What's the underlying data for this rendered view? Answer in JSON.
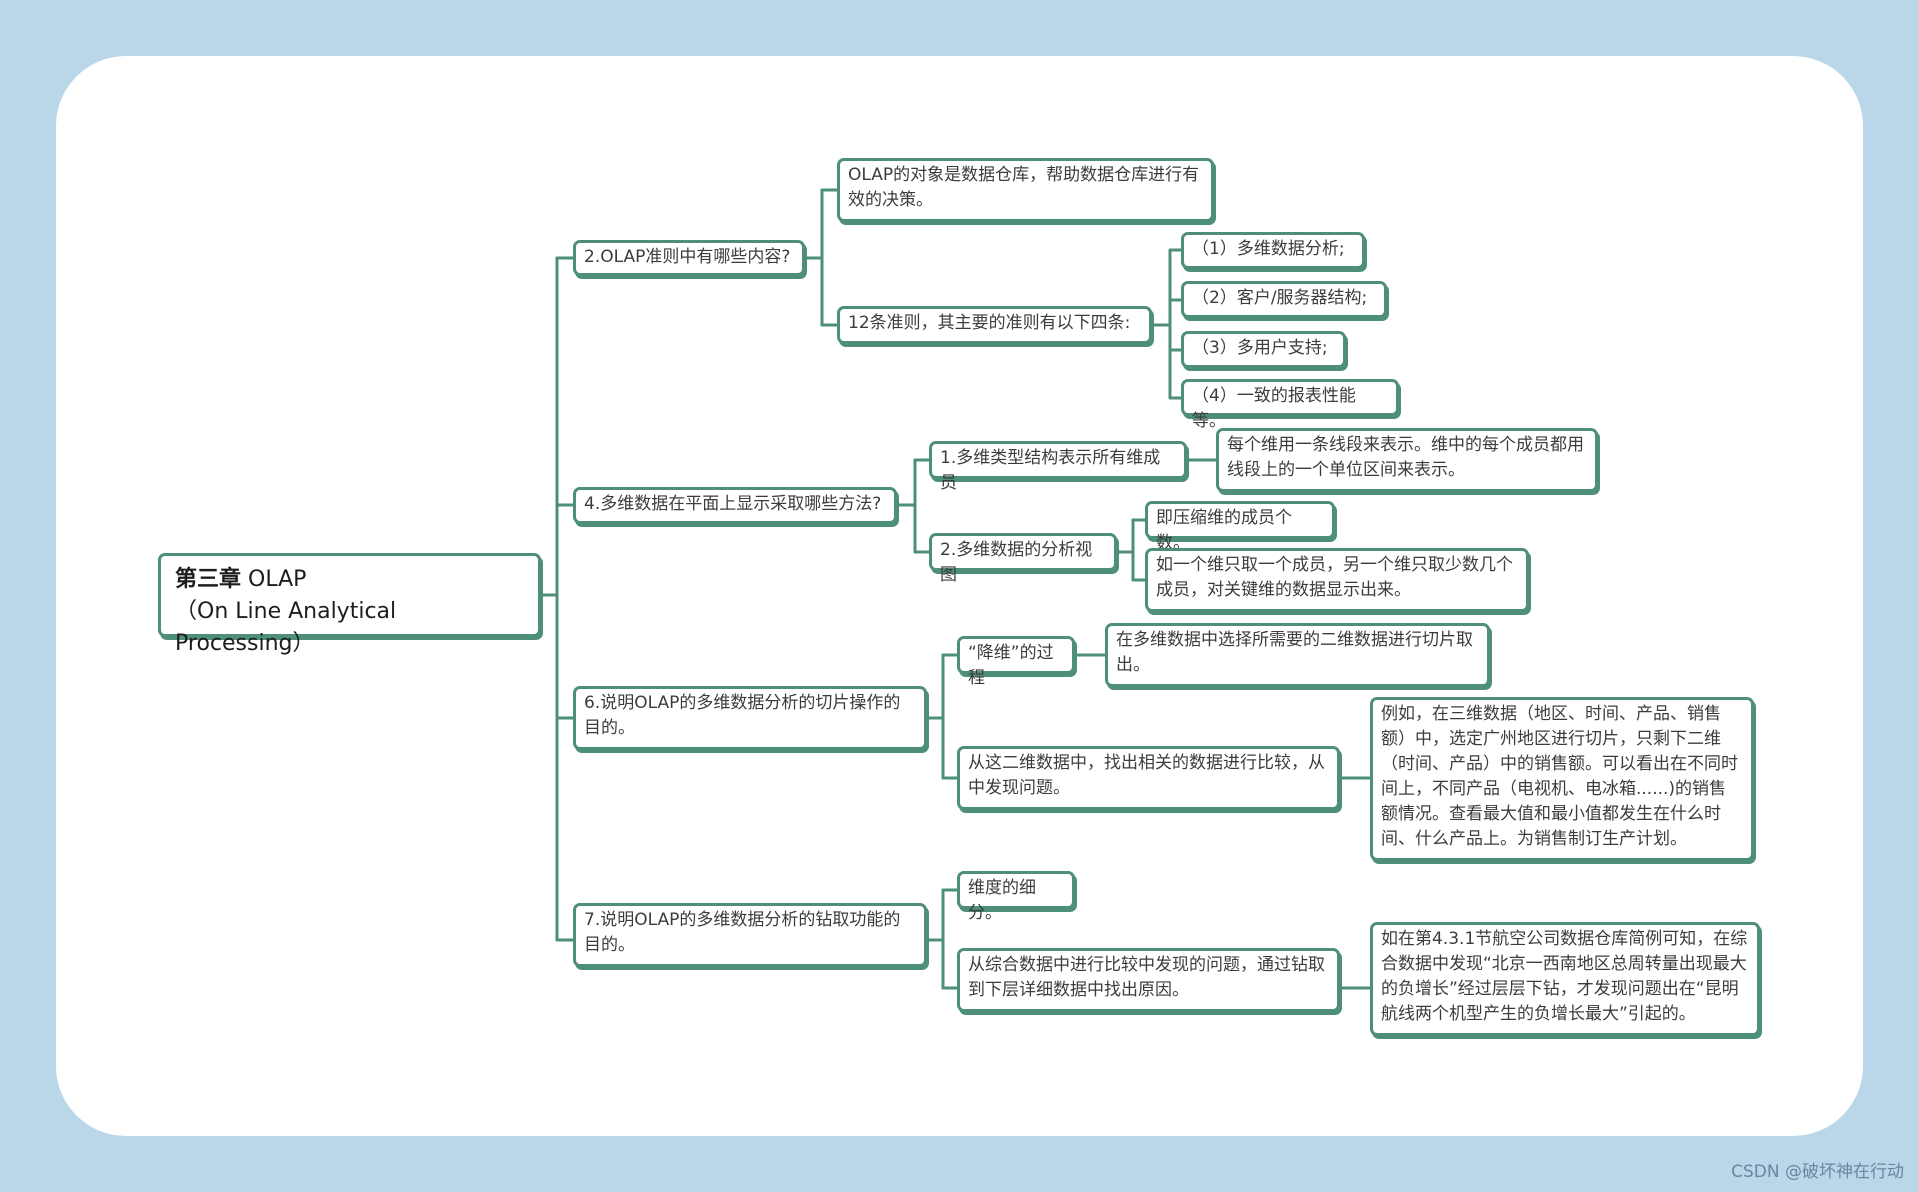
{
  "root": {
    "title_bold": "第三章",
    "title_rest": " OLAP",
    "subtitle": "（On Line Analytical Processing）"
  },
  "nodes": {
    "q2": "2.OLAP准则中有哪些内容?",
    "q2_a1": "OLAP的对象是数据仓库，帮助数据仓库进行有效的决策。",
    "q2_a2": "12条准则，其主要的准则有以下四条:",
    "q2_a2_i1": "（1）多维数据分析;",
    "q2_a2_i2": "（2）客户/服务器结构;",
    "q2_a2_i3": "（3）多用户支持;",
    "q2_a2_i4": "（4）一致的报表性能等。",
    "q4": "4.多维数据在平面上显示采取哪些方法?",
    "q4_m1": "1.多维类型结构表示所有维成员",
    "q4_m1_d": "每个维用一条线段来表示。维中的每个成员都用线段上的一个单位区间来表示。",
    "q4_m2": "2.多维数据的分析视图",
    "q4_m2_d1": "即压缩维的成员个数。",
    "q4_m2_d2": "如一个维只取一个成员，另一个维只取少数几个成员，对关键维的数据显示出来。",
    "q6": "6.说明OLAP的多维数据分析的切片操作的目的。",
    "q6_a1": "“降维”的过程",
    "q6_a1_d": "在多维数据中选择所需要的二维数据进行切片取出。",
    "q6_a2": "从这二维数据中，找出相关的数据进行比较，从中发现问题。",
    "q6_a2_d": "例如，在三维数据（地区、时间、产品、销售额）中，选定广州地区进行切片，只剩下二维（时间、产品）中的销售额。可以看出在不同时间上，不同产品（电视机、电冰箱......)的销售额情况。查看最大值和最小值都发生在什么时间、什么产品上。为销售制订生产计划。",
    "q7": "7.说明OLAP的多维数据分析的钻取功能的目的。",
    "q7_a1": "维度的细分。",
    "q7_a2": "从综合数据中进行比较中发现的问题，通过钻取到下层详细数据中找出原因。",
    "q7_a2_d": "如在第4.3.1节航空公司数据仓库简例可知，在综合数据中发现“北京一西南地区总周转量出现最大的负增长”经过层层下钻，才发现问题出在“昆明航线两个机型产生的负增长最大”引起的。"
  },
  "watermark": "CSDN @破坏神在行动",
  "colors": {
    "background": "#b9d7e9",
    "canvas": "#ffffff",
    "line": "#4e8f7c"
  }
}
